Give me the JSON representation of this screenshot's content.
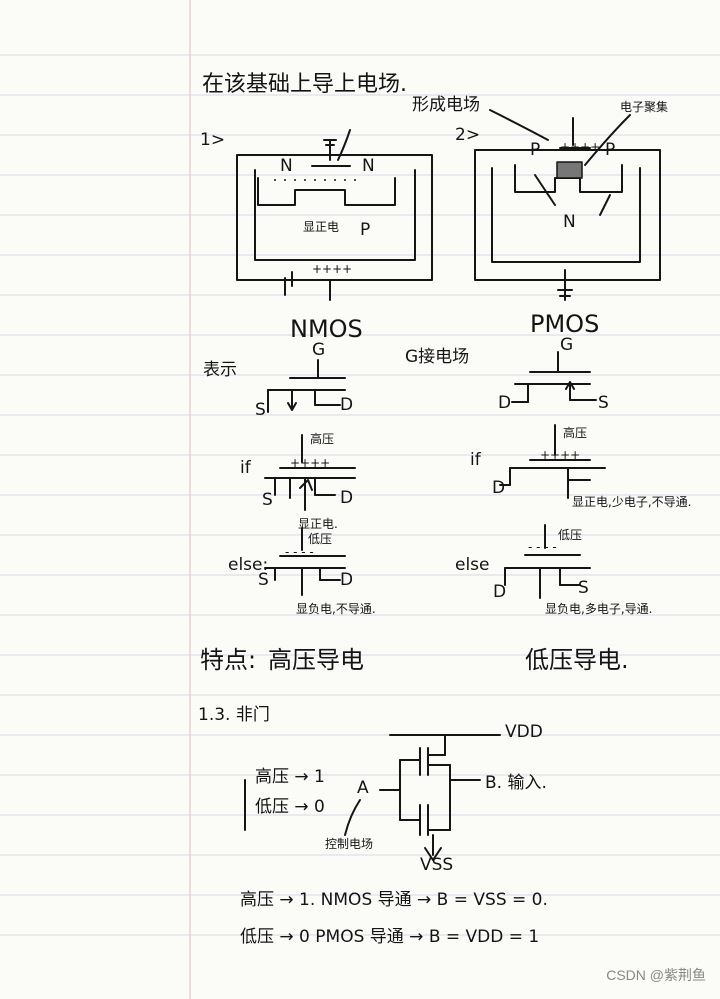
{
  "title": "在该基础上导上电场.",
  "diagrams": {
    "step_marker_1": "1>",
    "step_marker_2": "2>",
    "label_forming_field": "形成电场",
    "label_electron_gather": "电子聚集",
    "nmos": {
      "caption": "NMOS",
      "left_region": "N",
      "right_region": "N",
      "substrate": "P",
      "channel_note": "显正电",
      "bottom_charges": "++++"
    },
    "pmos": {
      "caption": "PMOS",
      "left_region": "P",
      "right_region": "P",
      "substrate": "N",
      "top_charges": "++++"
    }
  },
  "symbols": {
    "represent_label": "表示",
    "gate_field_note": "G接电场",
    "gate_label": "G",
    "source_label": "S",
    "drain_label": "D"
  },
  "conditions": {
    "if_label": "if",
    "else_label": "else:",
    "else_label_right": "else",
    "high_voltage": "高压",
    "low_voltage": "低压",
    "plus_charges": "++++",
    "minus_charges": "- - - -",
    "nmos_if_note": "显正电.",
    "nmos_else_note": "显负电,不导通.",
    "pmos_if_note": "显正电,少电子,不导通.",
    "pmos_else_note": "显负电,多电子,导通."
  },
  "features": {
    "label": "特点:",
    "nmos": "高压导电",
    "pmos": "低压导电."
  },
  "not_gate": {
    "heading": "1.3. 非门",
    "vdd": "VDD",
    "vss": "VSS",
    "input_label": "A",
    "output_label": "B. 输入.",
    "control_note": "控制电场",
    "high_map": "高压 → 1",
    "low_map": "低压 → 0"
  },
  "conclusions": {
    "line1": "高压 → 1.  NMOS 导通  →  B = VSS = 0.",
    "line2": "低压 → 0   PMOS 导通  →  B = VDD = 1"
  },
  "watermark": "CSDN @紫荆鱼"
}
